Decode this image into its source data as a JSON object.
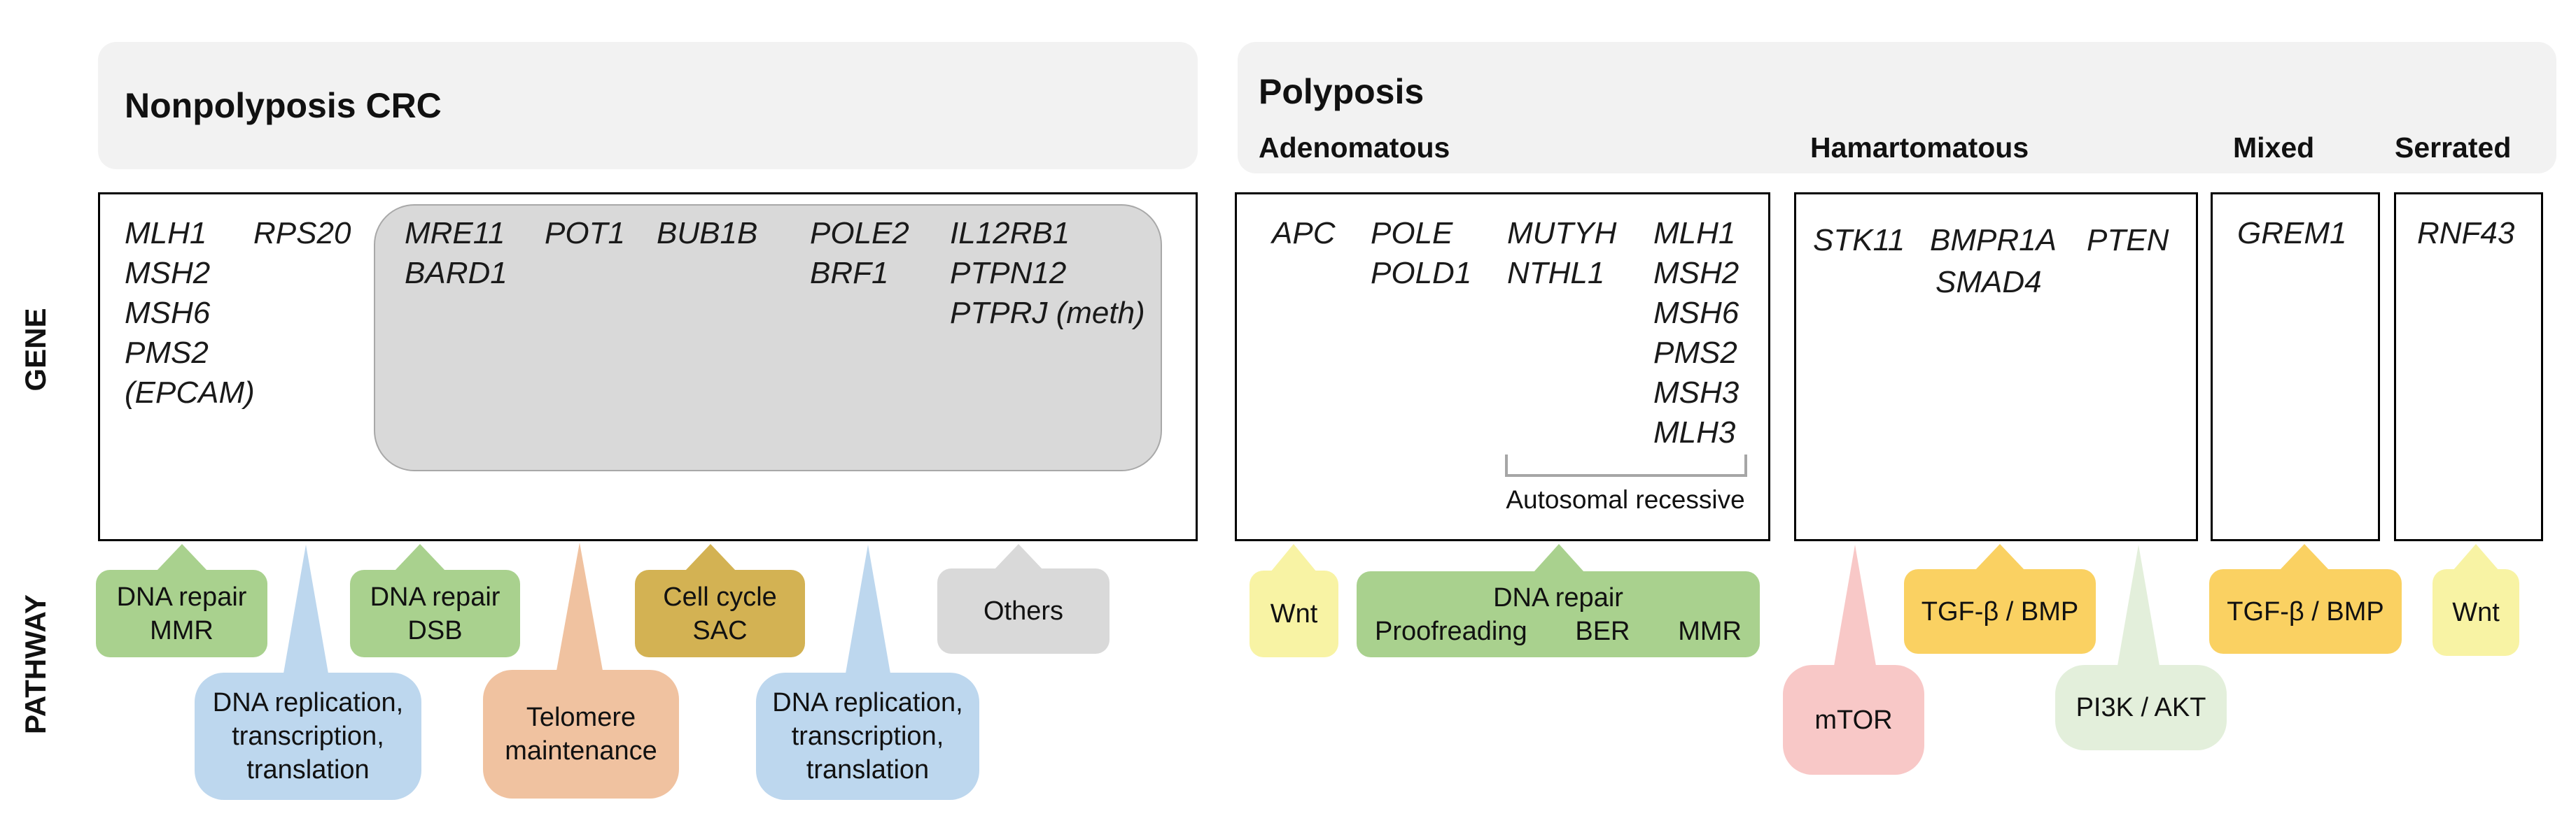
{
  "side_labels": {
    "gene": "GENE",
    "pathway": "PATHWAY"
  },
  "headers": {
    "nonpolyposis": "Nonpolyposis CRC",
    "polyposis": "Polyposis",
    "categories": {
      "adenomatous": "Adenomatous",
      "hamartomatous": "Hamartomatous",
      "mixed": "Mixed",
      "serrated": "Serrated"
    }
  },
  "genes": {
    "np": {
      "col1": [
        "MLH1",
        "MSH2",
        "MSH6",
        "PMS2",
        "(EPCAM)"
      ],
      "col2": [
        "RPS20"
      ],
      "gray": {
        "row1": [
          "MRE11",
          "POT1",
          "BUB1B",
          "POLE2",
          "IL12RB1"
        ],
        "row2": [
          "BARD1",
          "BRF1",
          "PTPN12"
        ],
        "row3": [
          "PTPRJ (meth)"
        ]
      }
    },
    "ad": {
      "col1": [
        "APC"
      ],
      "col2": [
        "POLE",
        "POLD1"
      ],
      "col3": [
        "MUTYH",
        "NTHL1"
      ],
      "col4": [
        "MLH1",
        "MSH2",
        "MSH6",
        "PMS2",
        "MSH3",
        "MLH3"
      ],
      "bracket_label": "Autosomal recessive"
    },
    "ham": {
      "row1": [
        "STK11",
        "BMPR1A",
        "PTEN"
      ],
      "row2": [
        "SMAD4"
      ]
    },
    "mixed": [
      "GREM1"
    ],
    "serrated": [
      "RNF43"
    ]
  },
  "pathways": {
    "dna_repair_mmr": {
      "lines": [
        "DNA repair",
        "MMR"
      ]
    },
    "dna_replication_1": {
      "lines": [
        "DNA replication,",
        "transcription,",
        "translation"
      ]
    },
    "dna_repair_dsb": {
      "lines": [
        "DNA repair",
        "DSB"
      ]
    },
    "telomere": {
      "lines": [
        "Telomere",
        "maintenance"
      ]
    },
    "cell_cycle_sac": {
      "lines": [
        "Cell cycle",
        "SAC"
      ]
    },
    "dna_replication_2": {
      "lines": [
        "DNA replication,",
        "transcription,",
        "translation"
      ]
    },
    "others": {
      "label": "Others"
    },
    "wnt_1": {
      "label": "Wnt"
    },
    "dna_repair_poly": {
      "title": "DNA repair",
      "items": [
        "Proofreading",
        "BER",
        "MMR"
      ]
    },
    "mtor": {
      "label": "mTOR"
    },
    "tgf_bmp_1": {
      "label": "TGF-β / BMP"
    },
    "pi3k_akt": {
      "label": "PI3K / AKT"
    },
    "tgf_bmp_2": {
      "label": "TGF-β / BMP"
    },
    "wnt_2": {
      "label": "Wnt"
    }
  },
  "colors": {
    "header_bg": "#f2f2f2",
    "gray_panel": "#d9d9d9",
    "green": "#a9d18e",
    "blue": "#bdd7ee",
    "peach": "#f0c2a0",
    "gold_dark": "#d3b253",
    "gold_bright": "#fad162",
    "gray_bubble": "#d9d9d9",
    "yellow": "#f8f3a4",
    "pink": "#f8c8c7",
    "pale_green": "#e3efdb",
    "bracket": "#a6a6a6"
  }
}
